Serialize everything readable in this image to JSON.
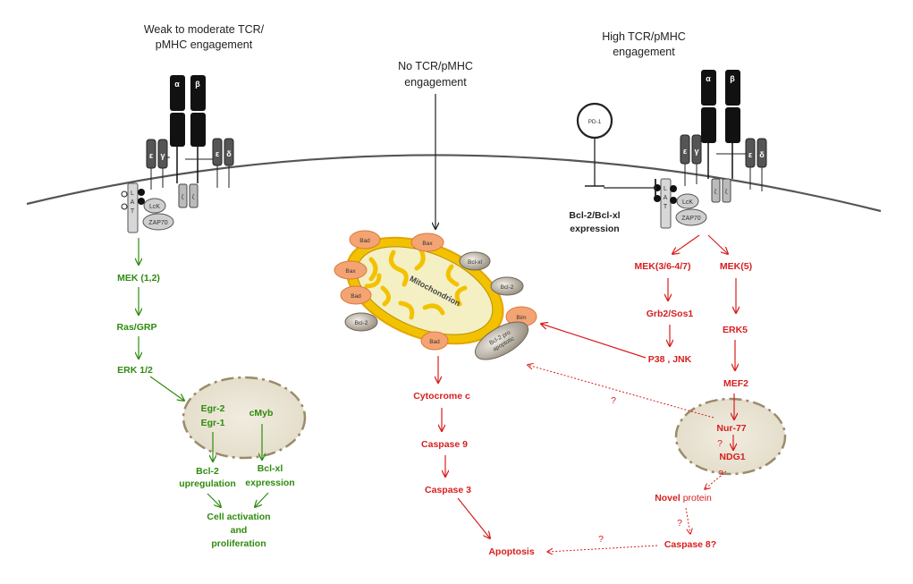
{
  "headers": {
    "weak": [
      "Weak to moderate TCR/",
      "pMHC engagement"
    ],
    "none": [
      "No TCR/pMHC",
      "engagement"
    ],
    "high": [
      "High TCR/pMHC",
      "engagement"
    ]
  },
  "receptor": {
    "alpha": "α",
    "beta": "β",
    "lat": [
      "L",
      "A",
      "T"
    ],
    "lck": "LcK",
    "zap70": "ZAP70",
    "cd3": [
      "ε",
      "γ",
      "ε",
      "δ"
    ],
    "zeta": [
      "ζ",
      "ζ"
    ]
  },
  "left_path": {
    "mek": "MEK (1,2)",
    "ras": "Ras/GRP",
    "erk": "ERK 1/2",
    "nucleus": {
      "egr2": "Egr-2",
      "egr1": "Egr-1",
      "cmyb": "cMyb"
    },
    "bcl2": [
      "Bcl-2",
      "upregulation"
    ],
    "bclxl": [
      "Bcl-xl",
      "expression"
    ],
    "outcome": [
      "Cell activation",
      "and",
      "proliferation"
    ]
  },
  "mito": {
    "label": "Mitochondrion",
    "proteins": {
      "bad1": "Bad",
      "bax1": "Bax",
      "bax2": "Bax",
      "bad2": "Bad",
      "bclxl": "Bcl-xl",
      "bcl2a": "Bcl-2",
      "bcl2b": "Bcl-2",
      "bim": "Bim",
      "bad3": "Bad",
      "bcl2pro": [
        "Bcl-2 pro",
        "apoptotic"
      ]
    }
  },
  "center_path": {
    "cyto": "Cytocrome c",
    "casp9": "Caspase 9",
    "casp3": "Caspase 3",
    "apoptosis": "Apoptosis"
  },
  "right_path": {
    "pd1": "PD-1",
    "bcl_expr": [
      "Bcl-2/Bcl-xl",
      "expression"
    ],
    "mek3": "MEK(3/6-4/7)",
    "mek5": "MEK(5)",
    "grb2": "Grb2/Sos1",
    "p38": "P38 , JNK",
    "erk5": "ERK5",
    "mef2": "MEF2",
    "nur77": "Nur-77",
    "ndg1": "NDG1",
    "novel_bold": "Novel",
    "novel_rest": " protein",
    "casp8": "Caspase 8?",
    "q": "?"
  },
  "colors": {
    "green": "#2e8b0e",
    "red": "#d81e1e",
    "bcl": "#a89a86",
    "pro": "#f4a372",
    "mito": "#f2c100"
  }
}
